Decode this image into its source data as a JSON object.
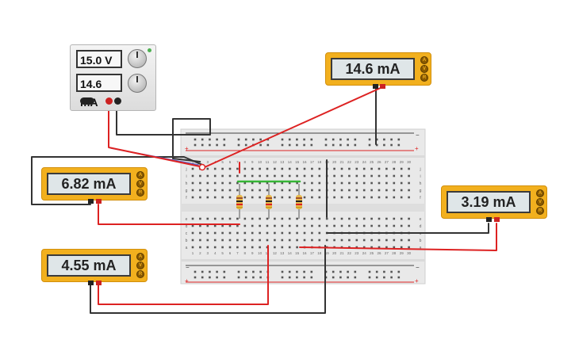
{
  "power_supply": {
    "voltage": "15.0 V",
    "current": "14.6 mA"
  },
  "breadboard": {
    "rail_plus": "+",
    "rail_minus": "−",
    "row_labels_top": [
      "j",
      "i",
      "h",
      "g",
      "f"
    ],
    "row_labels_bottom": [
      "e",
      "d",
      "c",
      "b",
      "a"
    ],
    "column_numbers": [
      "1",
      "2",
      "3",
      "4",
      "5",
      "6",
      "7",
      "8",
      "9",
      "10",
      "11",
      "12",
      "13",
      "14",
      "15",
      "16",
      "17",
      "18",
      "19",
      "20",
      "21",
      "22",
      "23",
      "24",
      "25",
      "26",
      "27",
      "28",
      "29",
      "30"
    ]
  },
  "meters": [
    {
      "id": "meter-top-right",
      "reading": "14.6 mA"
    },
    {
      "id": "meter-left-upper",
      "reading": "6.82 mA"
    },
    {
      "id": "meter-right",
      "reading": "3.19 mA"
    },
    {
      "id": "meter-left-lower",
      "reading": "4.55 mA"
    }
  ],
  "meter_buttons": [
    "A",
    "V",
    "R"
  ],
  "colors": {
    "wire_red": "#dd2222",
    "wire_black": "#333333",
    "jumper_green": "#35b535",
    "meter_body": "#f2b01e",
    "breadboard": "#e9e9e9"
  }
}
